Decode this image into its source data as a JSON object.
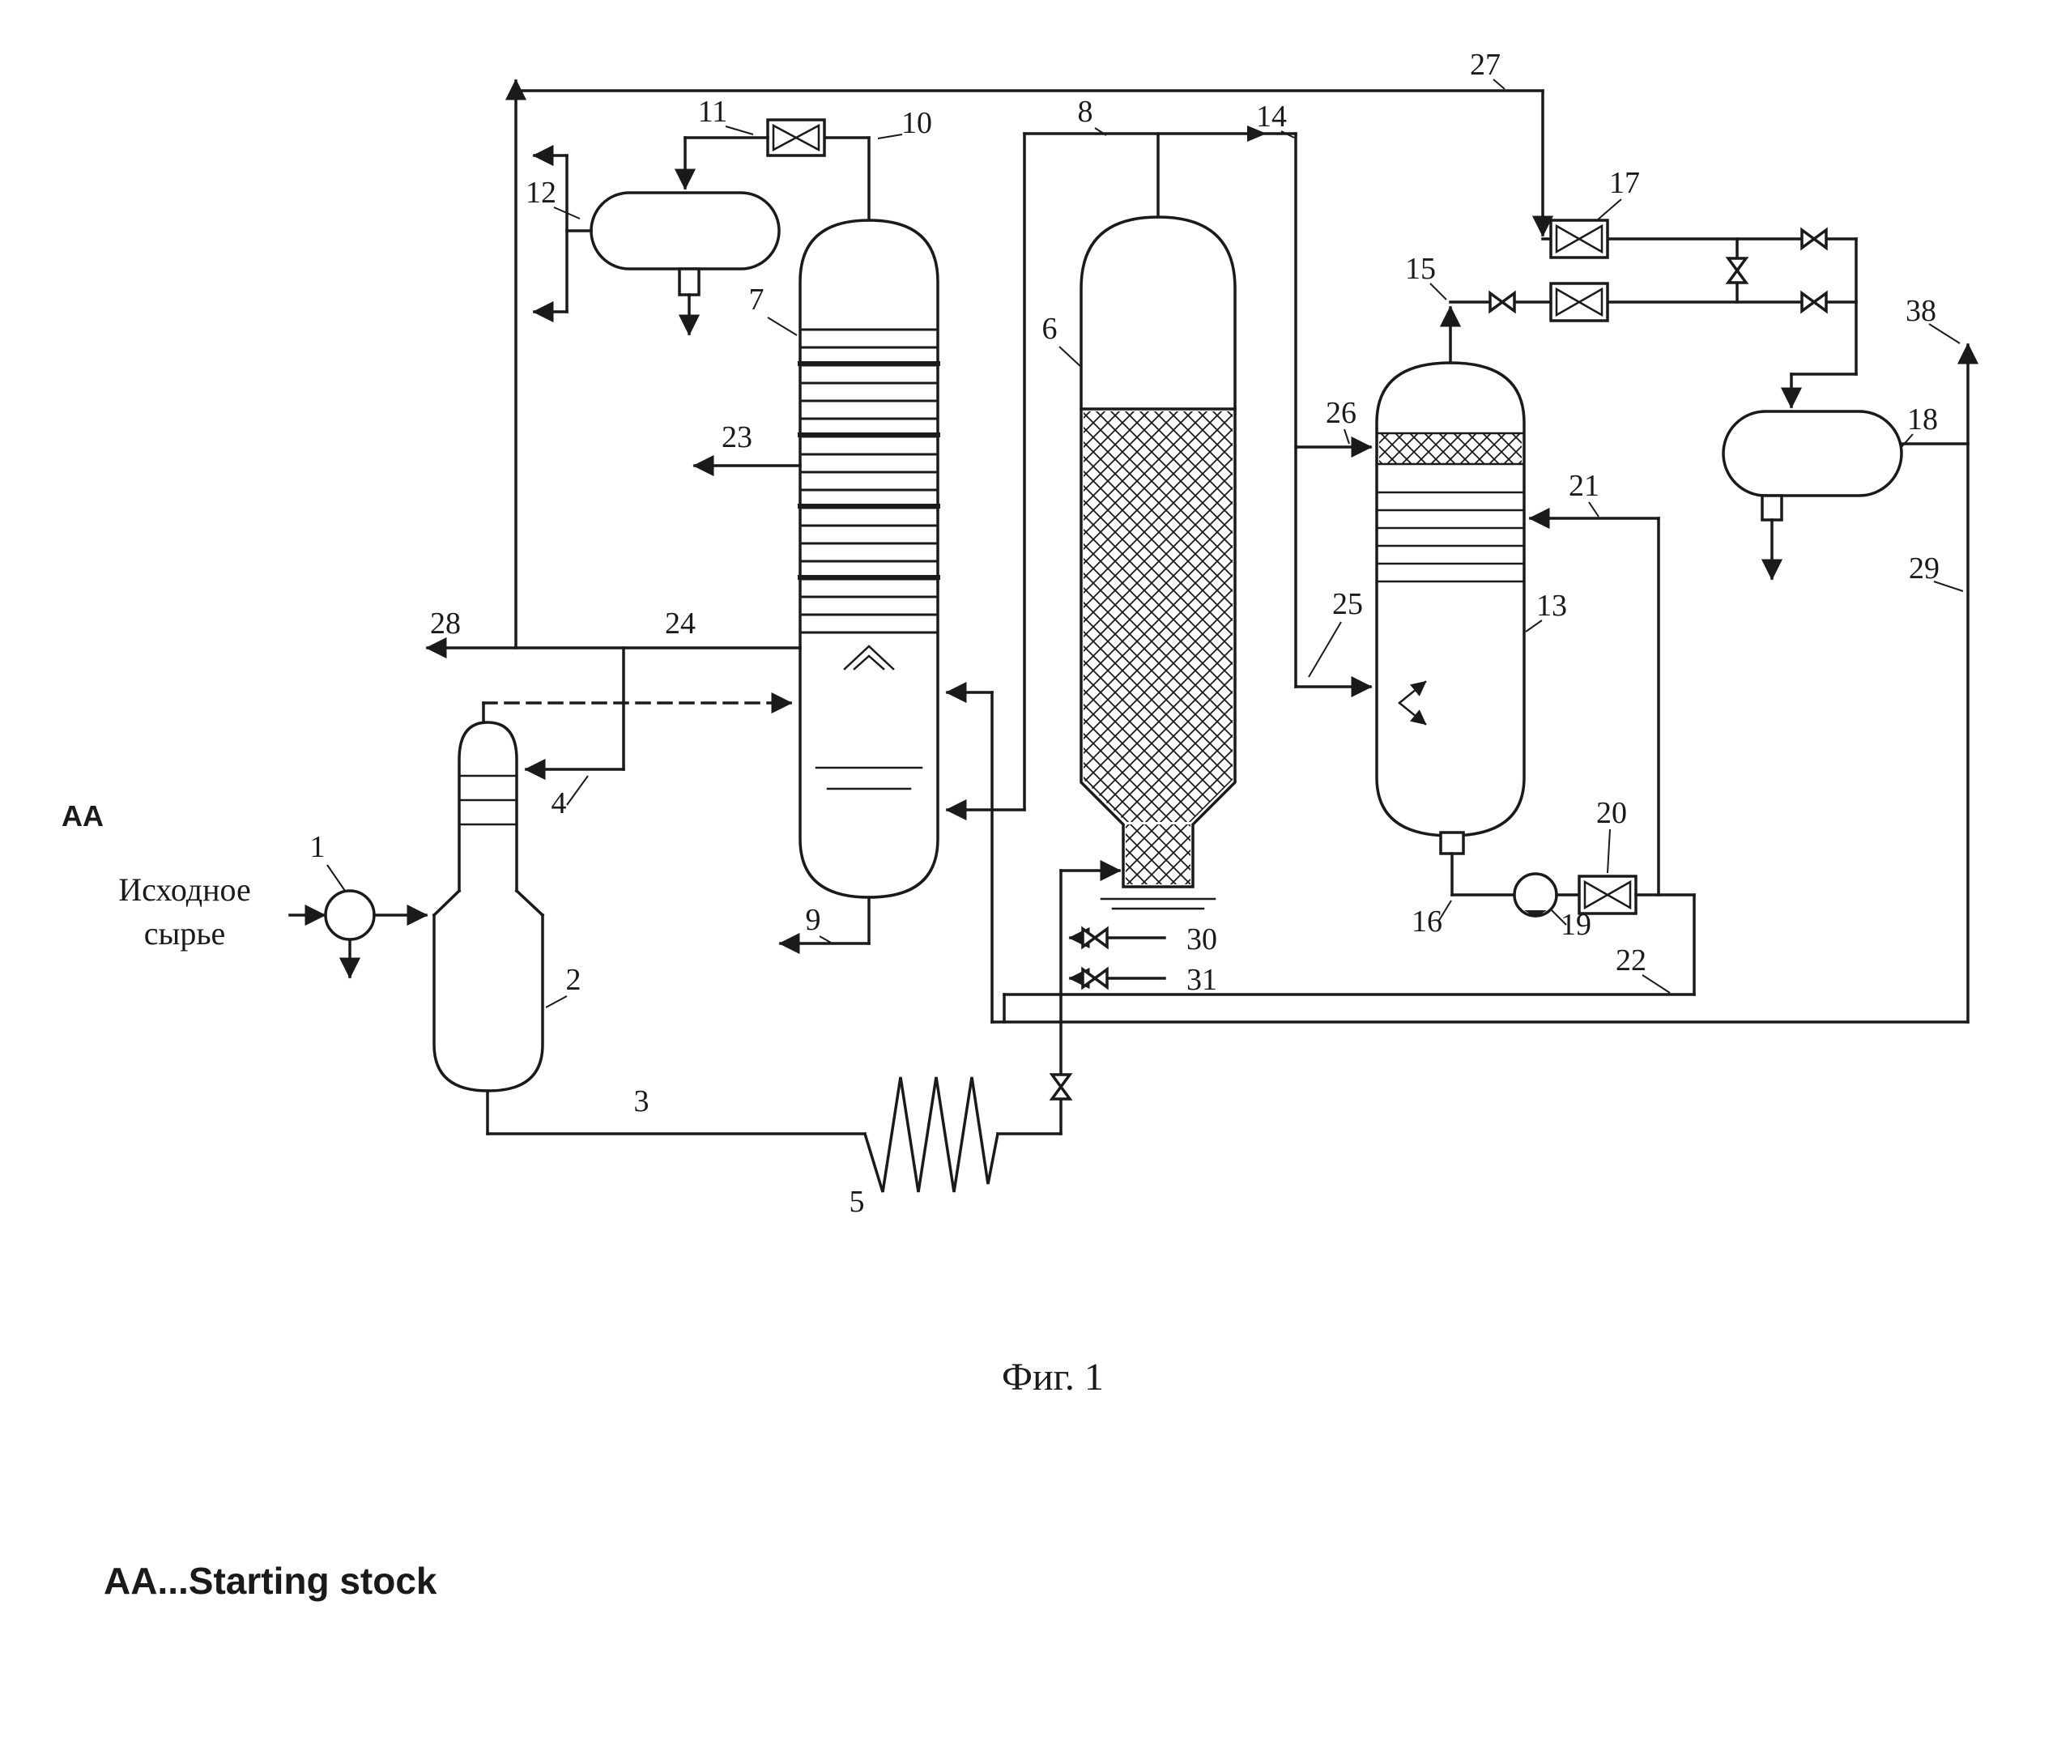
{
  "figure": {
    "caption": "Фиг. 1",
    "legend": "AA...Starting stock",
    "marker": "AA",
    "feed_line1": "Исходное",
    "feed_line2": "сырье"
  },
  "callouts": {
    "c1": "1",
    "c2": "2",
    "c3": "3",
    "c4": "4",
    "c5": "5",
    "c6": "6",
    "c7": "7",
    "c8": "8",
    "c9": "9",
    "c10": "10",
    "c11": "11",
    "c12": "12",
    "c13": "13",
    "c14": "14",
    "c15": "15",
    "c16": "16",
    "c17": "17",
    "c18": "18",
    "c19": "19",
    "c20": "20",
    "c21": "21",
    "c22": "22",
    "c23": "23",
    "c24": "24",
    "c25": "25",
    "c26": "26",
    "c27": "27",
    "c28": "28",
    "c29": "29",
    "c30": "30",
    "c31": "31",
    "c38": "38"
  },
  "colors": {
    "ink": "#1a1a1a",
    "paper": "#ffffff"
  }
}
